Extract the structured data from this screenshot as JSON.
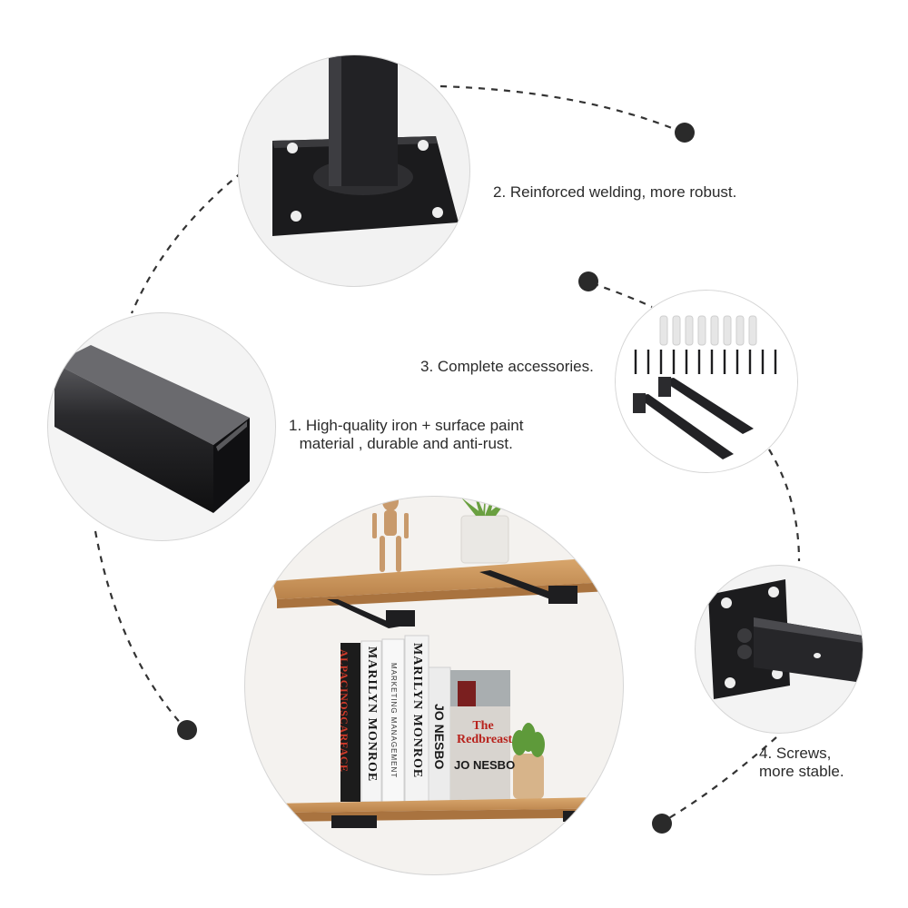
{
  "captions": {
    "feature_1": {
      "line1": "1. High-quality iron + surface paint",
      "line2": "material , durable and anti-rust."
    },
    "feature_2": "2. Reinforced welding, more robust.",
    "feature_3": "3. Complete accessories.",
    "feature_4": {
      "line1": "4. Screws,",
      "line2": "more stable."
    }
  },
  "book_spines": {
    "spine_1": "ALPACINOSCARFACE",
    "spine_2": "MARILYN MONROE",
    "spine_3": "MARKETING MANAGEMENT",
    "spine_4": "MARILYN MONROE",
    "spine_5": "JO NESBO"
  },
  "book_cover": {
    "title": "The Redbreast",
    "author": "JO NESBO"
  },
  "colors": {
    "metal": "#1e1e20",
    "wood": "#c9935a",
    "dots": "#2a2a2a",
    "ring": "#d6d6d6"
  }
}
